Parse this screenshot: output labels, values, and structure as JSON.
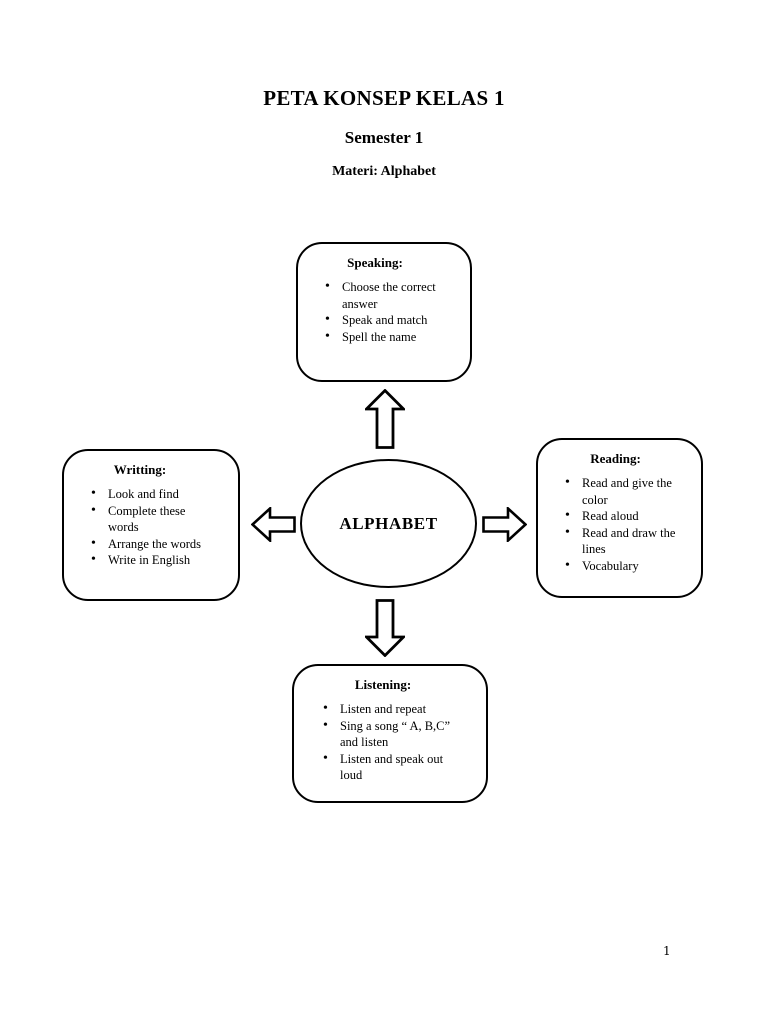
{
  "page": {
    "title": "PETA KONSEP KELAS 1",
    "subtitle": "Semester 1",
    "topic": "Materi: Alphabet",
    "page_number": "1"
  },
  "diagram": {
    "center_label": "ALPHABET",
    "speaking": {
      "title": "Speaking:",
      "items": [
        "Choose the correct answer",
        "Speak and match",
        "Spell the name"
      ]
    },
    "writting": {
      "title": "Writting:",
      "items": [
        "Look and find",
        "Complete these words",
        "Arrange the words",
        "Write in English"
      ]
    },
    "reading": {
      "title": "Reading:",
      "items": [
        "Read and give the color",
        "Read aloud",
        "Read and draw the lines",
        "Vocabulary"
      ]
    },
    "listening": {
      "title": "Listening:",
      "items": [
        "Listen and repeat",
        "Sing a song “ A, B,C” and listen",
        "Listen and speak out loud"
      ]
    },
    "colors": {
      "ink": "#000000",
      "paper": "#ffffff"
    }
  }
}
